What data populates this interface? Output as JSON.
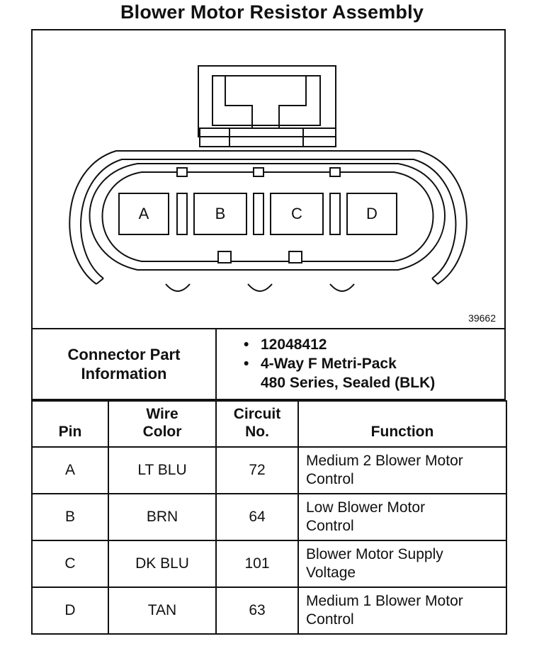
{
  "title": "Blower Motor Resistor Assembly",
  "diagram": {
    "figure_number": "39662",
    "pin_labels": [
      "A",
      "B",
      "C",
      "D"
    ]
  },
  "connector_info": {
    "label_line1": "Connector Part",
    "label_line2": "Information",
    "bullet_symbol": "•",
    "items": [
      "12048412",
      "4-Way F Metri-Pack\n480 Series, Sealed (BLK)"
    ]
  },
  "pin_table": {
    "headers": {
      "pin": "Pin",
      "wire_color_line1": "Wire",
      "wire_color_line2": "Color",
      "circuit_line1": "Circuit",
      "circuit_line2": "No.",
      "function": "Function"
    },
    "rows": [
      {
        "pin": "A",
        "wire_color": "LT BLU",
        "circuit": "72",
        "function_line1": "Medium 2 Blower Motor",
        "function_line2": "Control"
      },
      {
        "pin": "B",
        "wire_color": "BRN",
        "circuit": "64",
        "function_line1": "Low Blower Motor",
        "function_line2": "Control"
      },
      {
        "pin": "C",
        "wire_color": "DK BLU",
        "circuit": "101",
        "function_line1": "Blower Motor Supply",
        "function_line2": "Voltage"
      },
      {
        "pin": "D",
        "wire_color": "TAN",
        "circuit": "63",
        "function_line1": "Medium 1 Blower Motor",
        "function_line2": "Control"
      }
    ]
  }
}
